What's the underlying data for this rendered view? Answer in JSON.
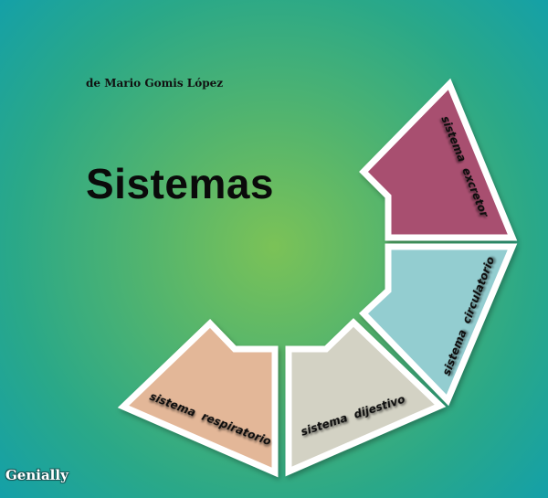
{
  "author": "de Mario Gomis López",
  "title": "Sistemas",
  "segments": [
    {
      "label": "sistema excretor",
      "color": "#a84f6f"
    },
    {
      "label": "sistema circulatorio",
      "color": "#93cdd0"
    },
    {
      "label": "sistema dijestivo",
      "color": "#d3d2c4"
    },
    {
      "label": "sistema respiratorio",
      "color": "#e3b798"
    }
  ],
  "logo": "Genially"
}
